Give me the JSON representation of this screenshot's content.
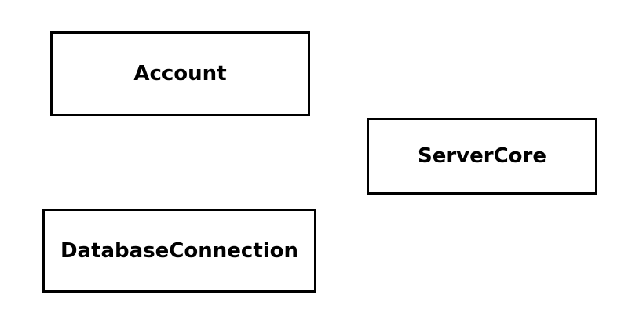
{
  "diagram": {
    "nodes": [
      {
        "id": "account",
        "label": "Account"
      },
      {
        "id": "servercore",
        "label": "ServerCore"
      },
      {
        "id": "databaseconnection",
        "label": "DatabaseConnection"
      }
    ],
    "colors": {
      "border": "#000000",
      "background": "#ffffff",
      "text": "#000000"
    }
  }
}
